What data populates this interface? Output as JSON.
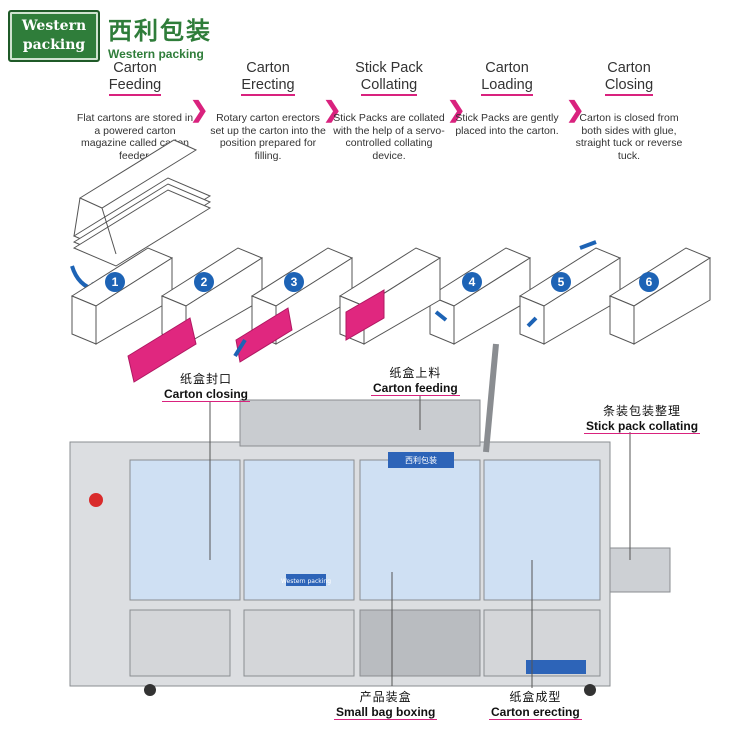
{
  "logo": {
    "line1": "Western",
    "line2": "packing",
    "cn": "西利包装",
    "en": "Western packing"
  },
  "steps": [
    {
      "line1": "Carton",
      "line2": "Feeding",
      "desc": "Flat cartons are stored in a powered carton magazine called carton feeder."
    },
    {
      "line1": "Carton",
      "line2": "Erecting",
      "desc": "Rotary carton erectors set up the carton into the position prepared for filling."
    },
    {
      "line1": "Stick Pack",
      "line2": "Collating",
      "desc": "Stick Packs are collated with the help of a servo-controlled collating device."
    },
    {
      "line1": "Carton",
      "line2": "Loading",
      "desc": "Stick Packs are gently placed into the carton."
    },
    {
      "line1": "Carton",
      "line2": "Closing",
      "desc": "Carton is closed from both sides with glue, straight tuck or reverse tuck."
    }
  ],
  "step_numbers": [
    "1",
    "2",
    "3",
    "4",
    "5",
    "6"
  ],
  "callouts": {
    "carton_closing": {
      "cn": "纸盒封口",
      "en": "Carton closing"
    },
    "carton_feeding": {
      "cn": "纸盒上料",
      "en": "Carton feeding"
    },
    "stick_pack_collating": {
      "cn": "条装包装整理",
      "en": "Stick pack collating"
    },
    "small_bag_boxing": {
      "cn": "产品装盒",
      "en": "Small bag boxing"
    },
    "carton_erecting": {
      "cn": "纸盒成型",
      "en": "Carton erecting"
    }
  },
  "machine_labels": {
    "panel_cn": "西利包装",
    "small_brand": "Western packing"
  },
  "colors": {
    "accent": "#d9227e",
    "step_badge": "#1d63b5",
    "brand_green": "#2f7d3a",
    "pink_pack": "#e0277f"
  }
}
